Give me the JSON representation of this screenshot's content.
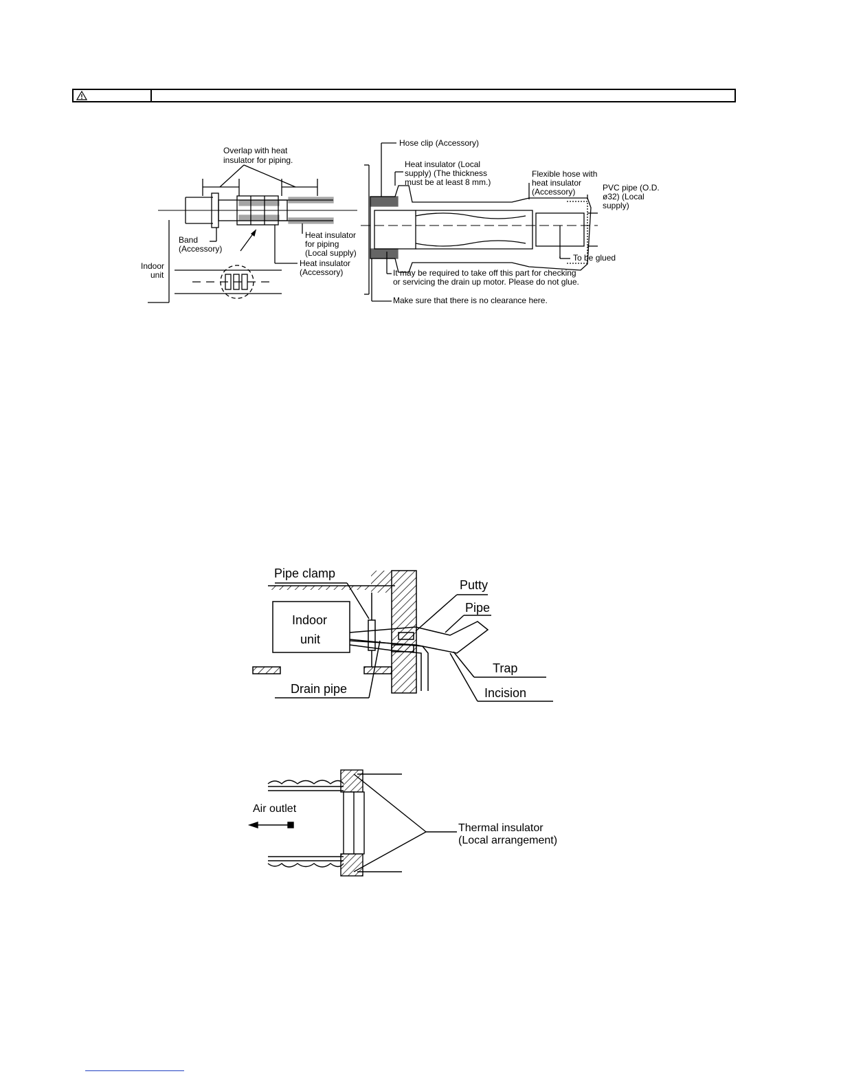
{
  "warning": {
    "icon": "warning-triangle-icon",
    "text": ""
  },
  "fig1": {
    "overlap": "Overlap with heat",
    "overlap2": "insulator for piping.",
    "band": "Band",
    "band2": "(Accessory)",
    "indoor": "Indoor",
    "indoor2": "unit",
    "hip": "Heat insulator",
    "hip2": "for piping",
    "hip3": "(Local supply)",
    "hia": "Heat insulator",
    "hia2": "(Accessory)"
  },
  "fig2": {
    "hose_clip": "Hose clip (Accessory)",
    "hil1": "Heat insulator (Local",
    "hil2": "supply) (The thickness",
    "hil3": "must be at least 8 mm.)",
    "flex1": "Flexible hose with",
    "flex2": "heat insulator",
    "flex3": "(Accessory)",
    "pvc1": "PVC pipe (O.D.",
    "pvc2": "ø32) (Local",
    "pvc3": "supply)",
    "glued": "To be glued",
    "note1": "It may be required to take off this part for checking",
    "note2": "or servicing the drain up motor. Please do not glue.",
    "clear": "Make sure that there is no clearance here."
  },
  "fig3": {
    "pipe_clamp": "Pipe clamp",
    "indoor": "Indoor",
    "unit": "unit",
    "putty": "Putty",
    "pipe": "Pipe",
    "trap": "Trap",
    "incision": "Incision",
    "drain": "Drain pipe"
  },
  "fig4": {
    "air": "Air outlet",
    "ti1": "Thermal insulator",
    "ti2": "(Local arrangement)"
  }
}
